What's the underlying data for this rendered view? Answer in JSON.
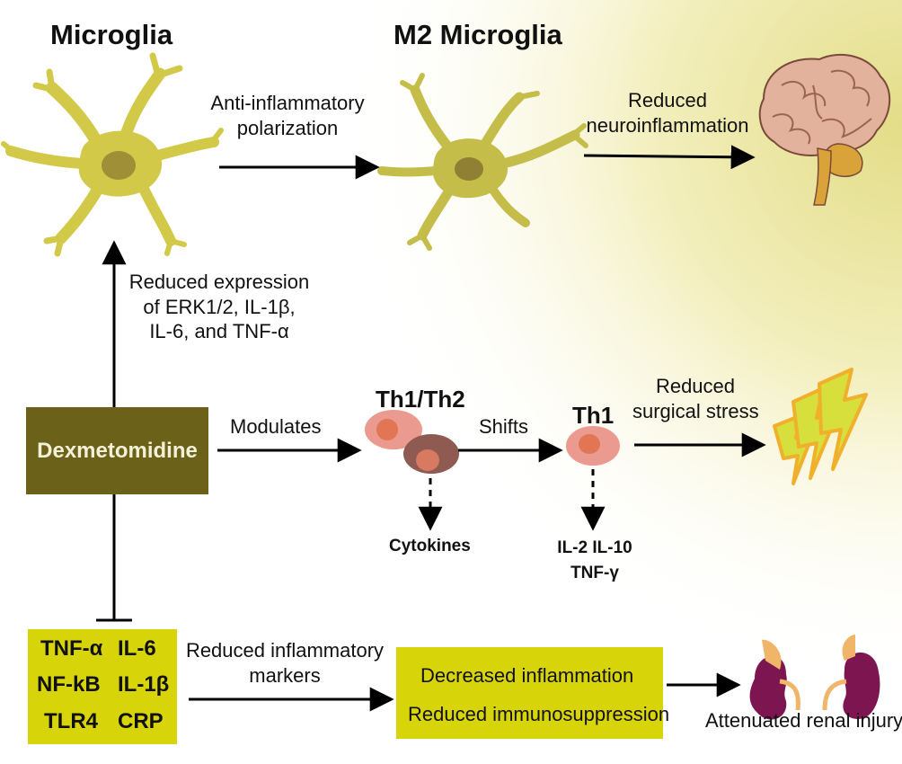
{
  "titles": {
    "microglia": "Microglia",
    "m2_microglia": "M2 Microglia"
  },
  "labels": {
    "anti_inflammatory_1": "Anti-inflammatory",
    "anti_inflammatory_2": "polarization",
    "reduced_neuro_1": "Reduced",
    "reduced_neuro_2": "neuroinflammation",
    "reduced_expression_1": "Reduced expression",
    "reduced_expression_2": "of ERK1/2, IL-1β,",
    "reduced_expression_3": "IL-6, and TNF-α",
    "modulates": "Modulates",
    "th1_th2": "Th1/Th2",
    "shifts": "Shifts",
    "th1": "Th1",
    "reduced_stress_1": "Reduced",
    "reduced_stress_2": "surgical stress",
    "cytokines": "Cytokines",
    "il_line": "IL-2 IL-10",
    "tnf_gamma": "TNF-γ",
    "reduced_markers_1": "Reduced inflammatory",
    "reduced_markers_2": "markers",
    "attenuated_renal": "Attenuated renal injury"
  },
  "drug": "Dexmetomidine",
  "markers": [
    "TNF-α",
    "IL-6",
    "NF-kB",
    "IL-1β",
    "TLR4",
    "CRP"
  ],
  "outcomes": [
    "Decreased inflammation",
    "Reduced immunosuppression"
  ],
  "icons": [
    "microglia-icon",
    "m2-microglia-icon",
    "brain-icon",
    "lightning-icon",
    "th1-th2-cell-icon",
    "th1-cell-icon",
    "kidney-icon"
  ],
  "colors": {
    "cell_fill": "#d2c948",
    "cell_nucleus": "#9f8f36",
    "dex_box": "#6b6118",
    "marker_box": "#d8d40a",
    "background_glow": "#ece79a",
    "th_cell": "#ea9a8e",
    "th_cell_dark": "#8f5a52",
    "kidney": "#7d1650"
  }
}
